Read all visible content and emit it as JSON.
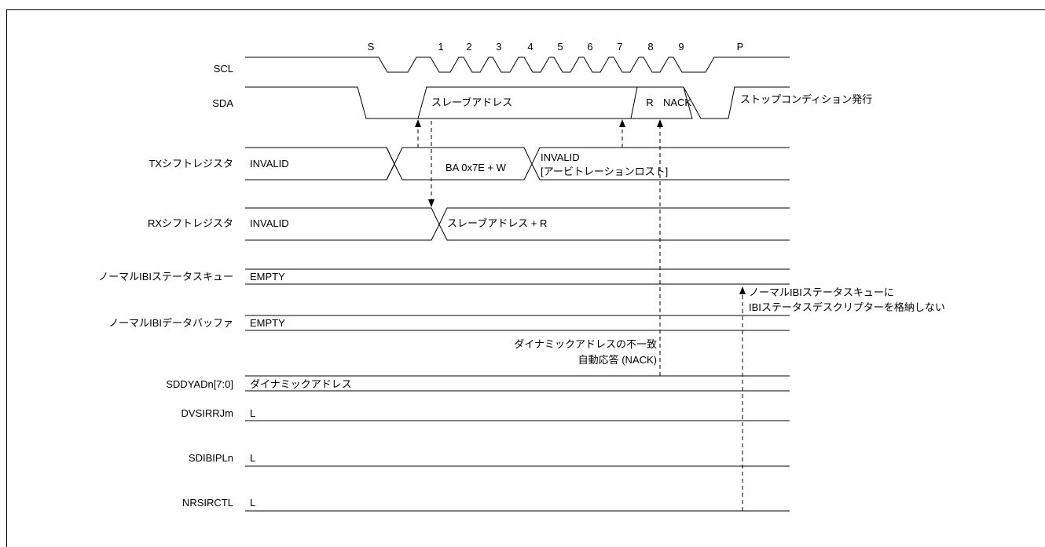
{
  "signals": {
    "scl": "SCL",
    "sda": "SDA",
    "tx_shift": "TXシフトレジスタ",
    "rx_shift": "RXシフトレジスタ",
    "normal_ibi_status_queue": "ノーマルIBIステータスキュー",
    "normal_ibi_data_buffer": "ノーマルIBIデータバッファ",
    "sddyadn": "SDDYADn[7:0]",
    "dvsirrjm": "DVSIRRJm",
    "sdibipln": "SDIBIPLn",
    "nrsirctl": "NRSIRCTL"
  },
  "scl_labels": {
    "start": "S",
    "b1": "1",
    "b2": "2",
    "b3": "3",
    "b4": "4",
    "b5": "5",
    "b6": "6",
    "b7": "7",
    "b8": "8",
    "b9": "9",
    "stop": "P"
  },
  "sda_labels": {
    "slave_address": "スレーブアドレス",
    "rw": "R",
    "nack": "NACK",
    "stop_condition": "ストップコンディション発行"
  },
  "tx_values": {
    "invalid": "INVALID",
    "ba": "BA 0x7E + W",
    "invalid2": "INVALID",
    "arbitration_lost": "[アービトレーションロスト]"
  },
  "rx_values": {
    "invalid": "INVALID",
    "slave_address_r": "スレーブアドレス + R"
  },
  "queue_values": {
    "status_queue": "EMPTY",
    "data_buffer": "EMPTY"
  },
  "reg_values": {
    "sddyadn": "ダイナミックアドレス",
    "dvsirrjm": "L",
    "sdibipln": "L",
    "nrsirctl": "L"
  },
  "annotations": {
    "no_status_line1": "ノーマルIBIステータスキューに",
    "no_status_line2": "IBIステータスデスクリプターを格納しない",
    "mismatch_line1": "ダイナミックアドレスの不一致",
    "mismatch_line2": "自動応答 (NACK)"
  }
}
